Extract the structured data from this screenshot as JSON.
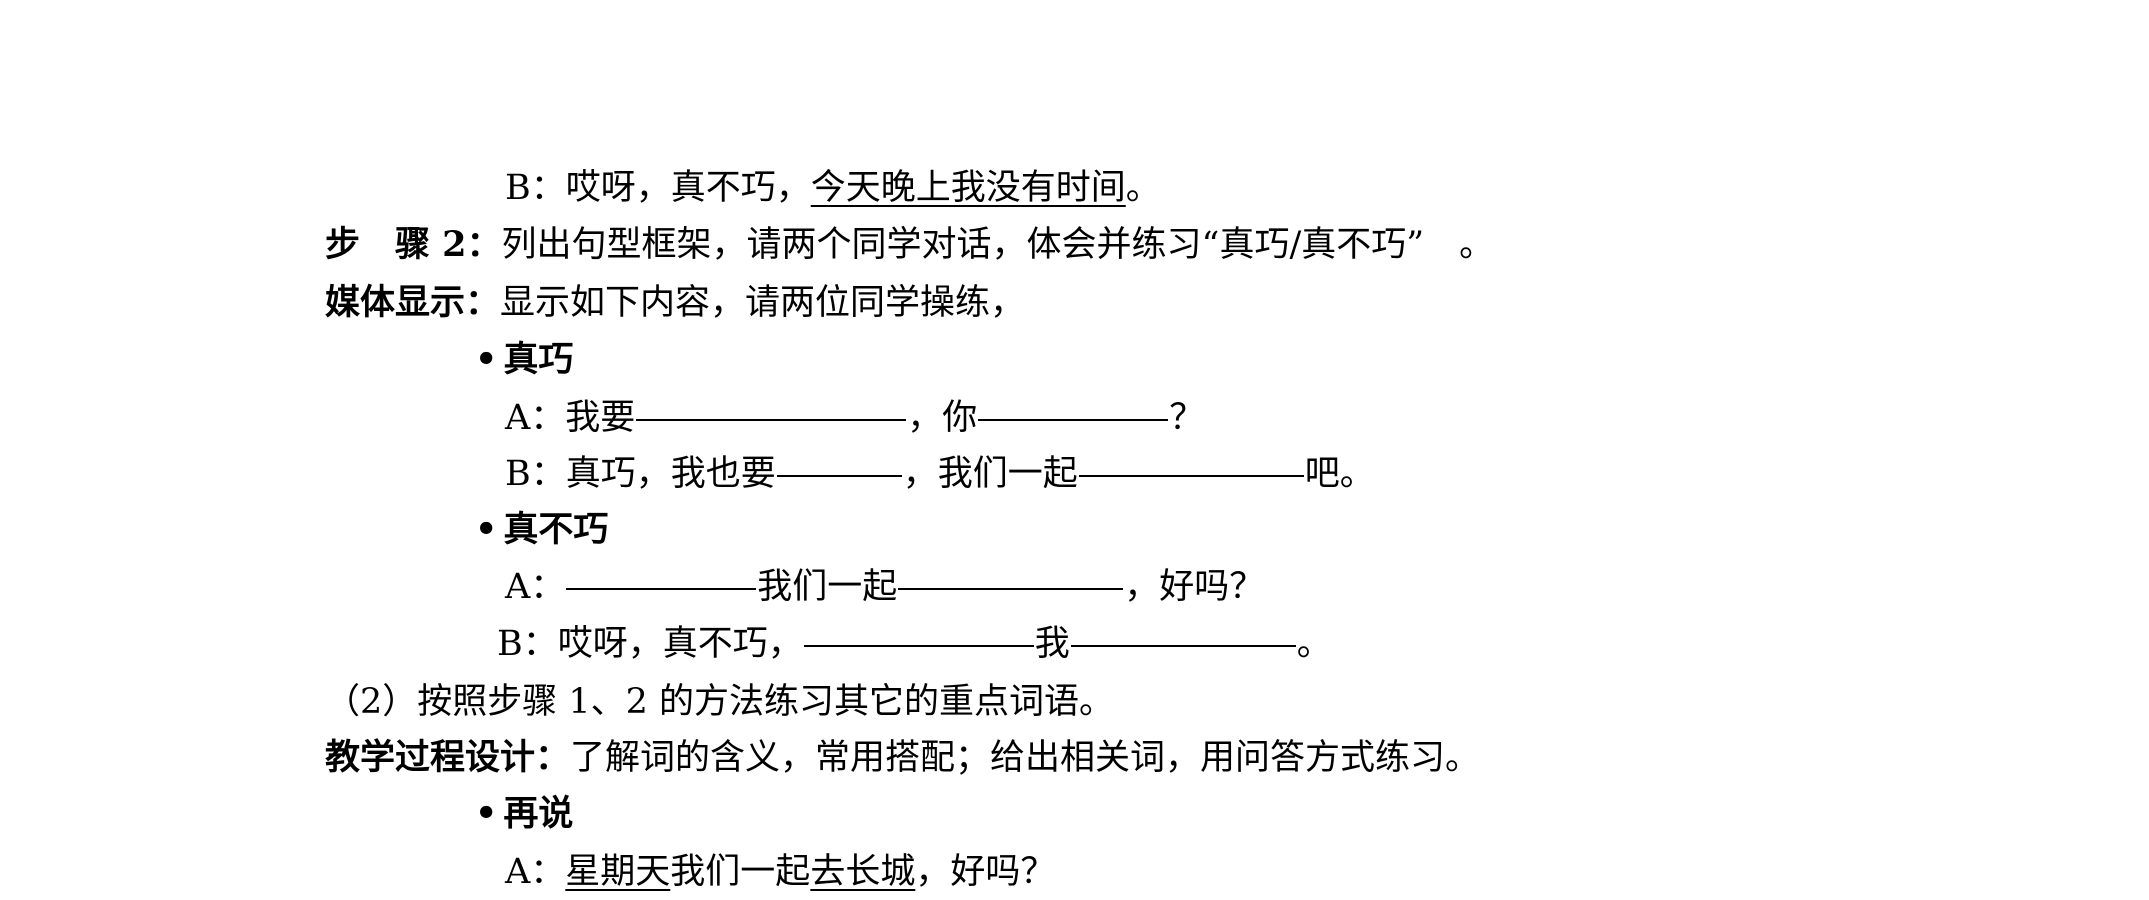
{
  "lines": {
    "l1": {
      "prefix": "B：哎呀，真不巧，",
      "underlined": "今天晚上我没有时间",
      "suffix": "。"
    },
    "l2": {
      "label": "步　骤 2：",
      "text": "列出句型框架，请两个同学对话，体会并练习“真巧/真不巧”　。"
    },
    "l3": {
      "label": "媒体显示：",
      "text": "显示如下内容，请两位同学操练，"
    },
    "l4": {
      "bullet": "•",
      "text": "真巧"
    },
    "l5": {
      "a": "A：我要",
      "b": "，你",
      "c": "？"
    },
    "l6": {
      "a": "B：真巧，我也要",
      "b": "，我们一起",
      "c": "吧。"
    },
    "l7": {
      "bullet": "•",
      "text": "真不巧"
    },
    "l8": {
      "a": "A：",
      "b": "我们一起",
      "c": "，好吗？"
    },
    "l9": {
      "a": "B：哎呀，真不巧，",
      "b": "我",
      "c": "。"
    },
    "l10": {
      "text": "（2）按照步骤 1、2 的方法练习其它的重点词语。"
    },
    "l11": {
      "label": "教学过程设计：",
      "text": "了解词的含义，常用搭配；给出相关词，用问答方式练习。"
    },
    "l12": {
      "bullet": "•",
      "text": "再说"
    },
    "l13": {
      "a": "A：",
      "u1": "星期天",
      "b": "我们一起",
      "u2": "去长城",
      "c": "，好吗？"
    }
  }
}
